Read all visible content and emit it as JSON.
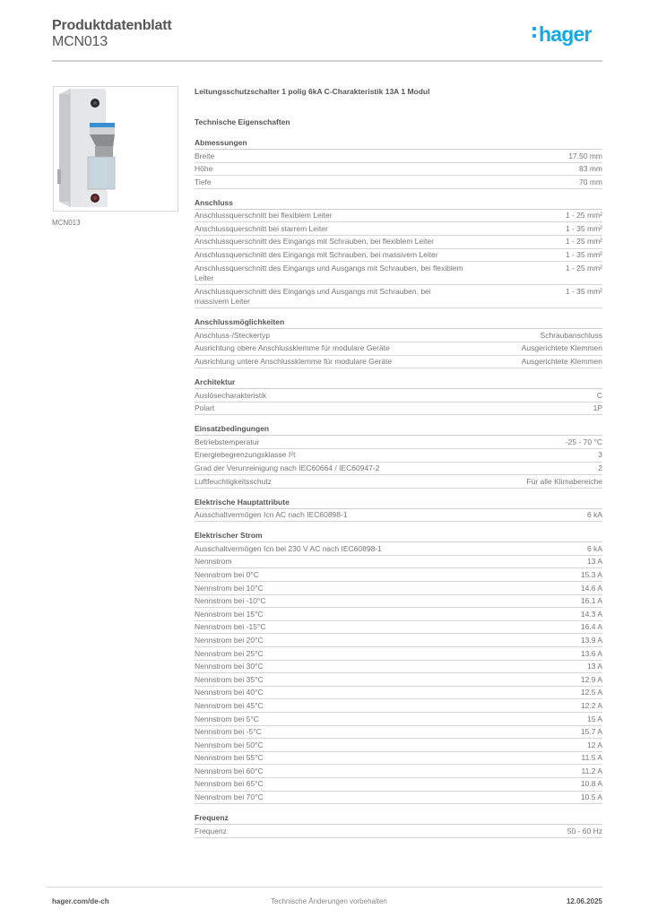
{
  "header": {
    "title": "Produktdatenblatt",
    "product_code": "MCN013",
    "logo_text": "hager",
    "brand_color": "#15a9e6"
  },
  "product": {
    "image_caption": "MCN013",
    "image_alt": "circuit-breaker-product-photo",
    "description": "Leitungsschutzschalter 1 polig 6kA C-Charakteristik 13A 1 Modul"
  },
  "tech_title": "Technische Eigenschaften",
  "sections": [
    {
      "title": "Abmessungen",
      "rows": [
        {
          "label": "Breite",
          "value": "17.50 mm"
        },
        {
          "label": "Höhe",
          "value": "83 mm"
        },
        {
          "label": "Tiefe",
          "value": "70 mm"
        }
      ]
    },
    {
      "title": "Anschluss",
      "rows": [
        {
          "label": "Anschlussquerschnitt bei flexiblem Leiter",
          "value": "1 - 25 mm²"
        },
        {
          "label": "Anschlussquerschnitt bei starrem Leiter",
          "value": "1 - 35 mm²"
        },
        {
          "label": "Anschlussquerschnitt des Eingangs mit Schrauben, bei flexiblem Leiter",
          "value": "1 - 25 mm²"
        },
        {
          "label": "Anschlussquerschnitt des Eingangs mit Schrauben, bei massivem Leiter",
          "value": "1 - 35 mm²"
        },
        {
          "label": "Anschlussquerschnitt des Eingangs und Ausgangs mit Schrauben, bei flexiblem Leiter",
          "value": "1 - 25 mm²"
        },
        {
          "label": "Anschlussquerschnitt des Eingangs und Ausgangs mit Schrauben, bei massivem Leiter",
          "value": "1 - 35 mm²"
        }
      ]
    },
    {
      "title": "Anschlussmöglichkeiten",
      "rows": [
        {
          "label": "Anschluss-/Steckertyp",
          "value": "Schraubanschluss"
        },
        {
          "label": "Ausrichtung obere Anschlussklemme für modulare Geräte",
          "value": "Ausgerichtete Klemmen"
        },
        {
          "label": "Ausrichtung untere Anschlussklemme für modulare Geräte",
          "value": "Ausgerichtete Klemmen"
        }
      ]
    },
    {
      "title": "Architektur",
      "rows": [
        {
          "label": "Auslösecharakteristik",
          "value": "C"
        },
        {
          "label": "Polart",
          "value": "1P"
        }
      ]
    },
    {
      "title": "Einsatzbedingungen",
      "rows": [
        {
          "label": "Betriebstemperatur",
          "value": "-25 - 70 °C"
        },
        {
          "label": "Energiebegrenzungsklasse I²t",
          "value": "3"
        },
        {
          "label": "Grad der Verunreinigung nach IEC60664 / IEC60947-2",
          "value": "2"
        },
        {
          "label": "Luftfeuchtigkeitsschutz",
          "value": "Für alle Klimabereiche"
        }
      ]
    },
    {
      "title": "Elektrische Hauptattribute",
      "rows": [
        {
          "label": "Ausschaltvermögen Icn AC nach IEC60898-1",
          "value": "6 kA"
        }
      ]
    },
    {
      "title": "Elektrischer Strom",
      "rows": [
        {
          "label": "Ausschaltvermögen Icn bei 230 V AC nach IEC60898-1",
          "value": "6 kA"
        },
        {
          "label": "Nennstrom",
          "value": "13 A"
        },
        {
          "label": "Nennstrom bei 0°C",
          "value": "15.3 A"
        },
        {
          "label": "Nennstrom bei 10°C",
          "value": "14.6 A"
        },
        {
          "label": "Nennstrom bei -10°C",
          "value": "16.1 A"
        },
        {
          "label": "Nennstrom bei 15°C",
          "value": "14.3 A"
        },
        {
          "label": "Nennstrom bei -15°C",
          "value": "16.4 A"
        },
        {
          "label": "Nennstrom bei 20°C",
          "value": "13.9 A"
        },
        {
          "label": "Nennstrom bei 25°C",
          "value": "13.6 A"
        },
        {
          "label": "Nennstrom bei 30°C",
          "value": "13 A"
        },
        {
          "label": "Nennstrom bei 35°C",
          "value": "12.9 A"
        },
        {
          "label": "Nennstrom bei 40°C",
          "value": "12.5 A"
        },
        {
          "label": "Nennstrom bei 45°C",
          "value": "12.2 A"
        },
        {
          "label": "Nennstrom bei 5°C",
          "value": "15 A"
        },
        {
          "label": "Nennstrom bei -5°C",
          "value": "15.7 A"
        },
        {
          "label": "Nennstrom bei 50°C",
          "value": "12 A"
        },
        {
          "label": "Nennstrom bei 55°C",
          "value": "11.5 A"
        },
        {
          "label": "Nennstrom bei 60°C",
          "value": "11.2 A"
        },
        {
          "label": "Nennstrom bei 65°C",
          "value": "10.8 A"
        },
        {
          "label": "Nennstrom bei 70°C",
          "value": "10.5 A"
        }
      ]
    },
    {
      "title": "Frequenz",
      "rows": [
        {
          "label": "Frequenz",
          "value": "50 - 60 Hz"
        }
      ]
    }
  ],
  "footer": {
    "website": "hager.com/de-ch",
    "notice": "Technische Änderungen vorbehalten",
    "date": "12.06.2025"
  }
}
